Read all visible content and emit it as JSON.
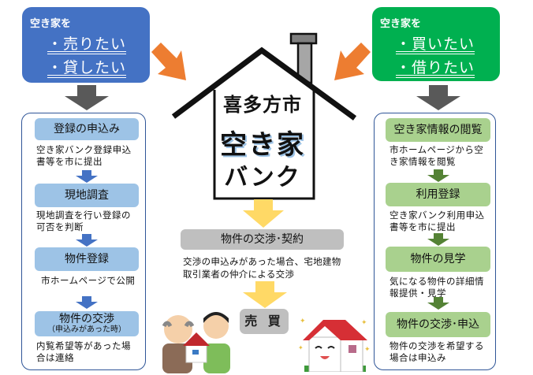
{
  "center": {
    "city": "喜多方市",
    "title_line1": "空き家",
    "title_line2": "バンク",
    "step": "物件の交渉･契約",
    "desc_line1": "交渉の申込みがあった場合、宅地建物",
    "desc_line2": "取引業者の仲介による交渉",
    "sale_label": "売 買"
  },
  "seller": {
    "lead": "空き家を",
    "options": [
      "・売りたい",
      "・貸したい"
    ],
    "steps": [
      {
        "title": "登録の申込み",
        "sub": "",
        "desc": [
          "空き家バンク登録申込",
          "書等を市に提出"
        ]
      },
      {
        "title": "現地調査",
        "sub": "",
        "desc": [
          "現地調査を行い登録の",
          "可否を判断"
        ]
      },
      {
        "title": "物件登録",
        "sub": "",
        "desc": [
          "市ホームページで公開"
        ]
      },
      {
        "title": "物件の交渉",
        "sub": "（申込みがあった時）",
        "desc": [
          "内覧希望等があった場",
          "合は連絡"
        ]
      }
    ]
  },
  "buyer": {
    "lead": "空き家を",
    "options": [
      "・買いたい",
      "・借りたい"
    ],
    "steps": [
      {
        "title": "空き家情報の閲覧",
        "desc": [
          "市ホームページから空",
          "き家情報を閲覧"
        ]
      },
      {
        "title": "利用登録",
        "desc": [
          "空き家バンク利用申込",
          "書等を市に提出"
        ]
      },
      {
        "title": "物件の見学",
        "desc": [
          "気になる物件の詳細情",
          "報提供・見学"
        ]
      },
      {
        "title": "物件の交渉･申込",
        "desc": [
          "物件の交渉を希望する",
          "場合は申込み"
        ]
      }
    ]
  },
  "colors": {
    "seller_accent": "#4472c4",
    "buyer_accent": "#00b050",
    "seller_step": "#9dc3e6",
    "buyer_step": "#a9d18e",
    "orange_arrow": "#ed7d31",
    "yellow_arrow": "#ffd966",
    "gray_arrow": "#595959",
    "center_step": "#bfbfbf",
    "panel_border": "#2f5597"
  },
  "icons": [
    "orange-arrow-icon",
    "gray-down-arrow-icon",
    "blue-down-arrow-icon",
    "green-down-arrow-icon",
    "yellow-down-arrow-icon",
    "house-outline-icon",
    "people-handover-illustration",
    "smiling-house-illustration"
  ]
}
